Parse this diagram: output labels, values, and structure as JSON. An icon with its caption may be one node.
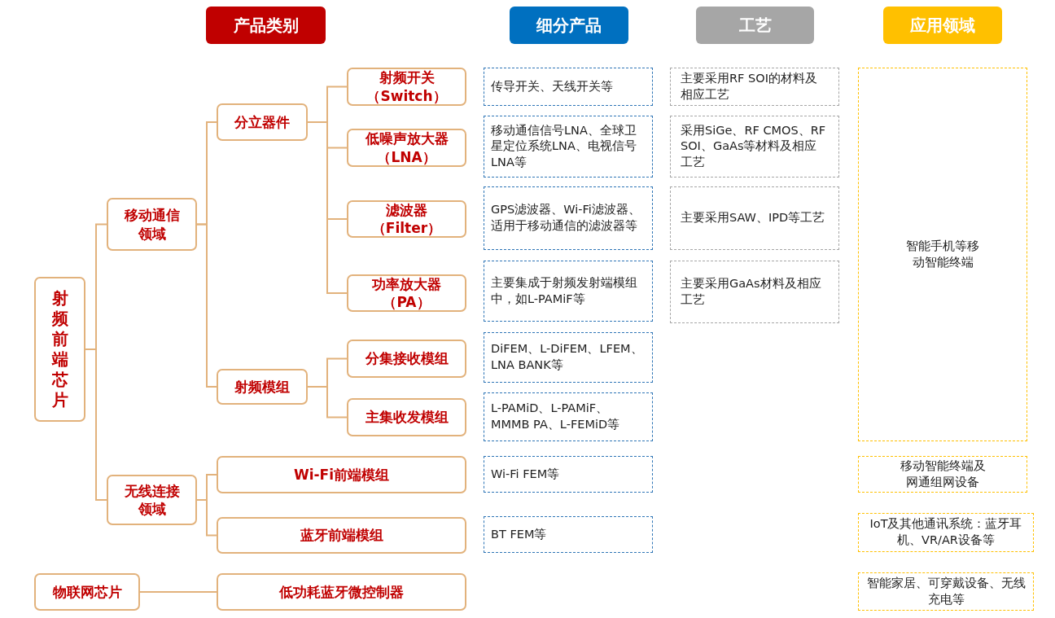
{
  "diagram": {
    "nodes": [
      {
        "text": [
          "产品类别"
        ]
      },
      {
        "text": [
          "细分产品"
        ]
      },
      {
        "text": [
          "工艺"
        ]
      },
      {
        "text": [
          "应用领域"
        ]
      },
      {
        "text": [
          "射频前端芯片"
        ]
      },
      {
        "text": [
          "移动通信领域"
        ]
      },
      {
        "text": [
          "分立器件"
        ]
      },
      {
        "text": [
          "射频开关（Switch）"
        ]
      },
      {
        "text": [
          "低噪声放大器（LNA）"
        ]
      },
      {
        "text": [
          "滤波器（Filter）"
        ]
      },
      {
        "text": [
          "功率放大器（PA）"
        ]
      },
      {
        "text": [
          "射频模组"
        ]
      },
      {
        "text": [
          "分集接收模组"
        ]
      },
      {
        "text": [
          "主集收发模组"
        ]
      },
      {
        "text": [
          "无线连接领域"
        ]
      },
      {
        "text": [
          "Wi-Fi前端模组"
        ]
      },
      {
        "text": [
          "蓝牙前端模组"
        ]
      },
      {
        "text": [
          "物联网芯片"
        ]
      },
      {
        "text": [
          "低功耗蓝牙微控制器"
        ]
      },
      {
        "text": [
          "传导开关、天线开关等"
        ]
      },
      {
        "text": [
          "移动通信信号LNA、全球卫星定位系统LNA、电视信号LNA等"
        ]
      },
      {
        "text": [
          "GPS滤波器、Wi-Fi滤波器、适用于移动通信的滤波器等"
        ]
      },
      {
        "text": [
          "主要集成于射频发射端模组中，如L-PAMiF等"
        ]
      },
      {
        "text": [
          "DiFEM、L-DiFEM、LFEM、LNA BANK等"
        ]
      },
      {
        "text": [
          "L-PAMiD、L-PAMiF、MMMB PA、L-FEMiD等"
        ]
      },
      {
        "text": [
          "Wi-Fi FEM等"
        ]
      },
      {
        "text": [
          "BT FEM等"
        ]
      },
      {
        "text": [
          "主要采用RF SOI的材料及相应工艺"
        ]
      },
      {
        "text": [
          "采用SiGe、RF CMOS、RF SOI、GaAs等材料及相应工艺"
        ]
      },
      {
        "text": [
          "主要采用SAW、IPD等工艺"
        ]
      },
      {
        "text": [
          "主要采用GaAs材料及相应工艺"
        ]
      },
      {
        "text": [
          "智能手机等移动智能终端"
        ]
      },
      {
        "text": [
          "移动智能终端及网通组网设备"
        ]
      },
      {
        "text": [
          "IoT及其他通讯系统：蓝牙耳机、VR/AR设备等"
        ]
      },
      {
        "text": [
          "智能家居、可穿戴设备、无线充电等"
        ]
      }
    ],
    "edges": [
      {
        "from": 4,
        "to": 5,
        "arrow": "none"
      },
      {
        "from": 4,
        "to": 14,
        "arrow": "none"
      },
      {
        "from": 5,
        "to": 6,
        "arrow": "none"
      },
      {
        "from": 5,
        "to": 11,
        "arrow": "none"
      },
      {
        "from": 6,
        "to": 7,
        "arrow": "none"
      },
      {
        "from": 6,
        "to": 8,
        "arrow": "none"
      },
      {
        "from": 6,
        "to": 9,
        "arrow": "none"
      },
      {
        "from": 6,
        "to": 10,
        "arrow": "none"
      },
      {
        "from": 11,
        "to": 12,
        "arrow": "none"
      },
      {
        "from": 11,
        "to": 13,
        "arrow": "none"
      },
      {
        "from": 14,
        "to": 15,
        "arrow": "none"
      },
      {
        "from": 14,
        "to": 16,
        "arrow": "none"
      },
      {
        "from": 17,
        "to": 18,
        "arrow": "none"
      }
    ]
  }
}
